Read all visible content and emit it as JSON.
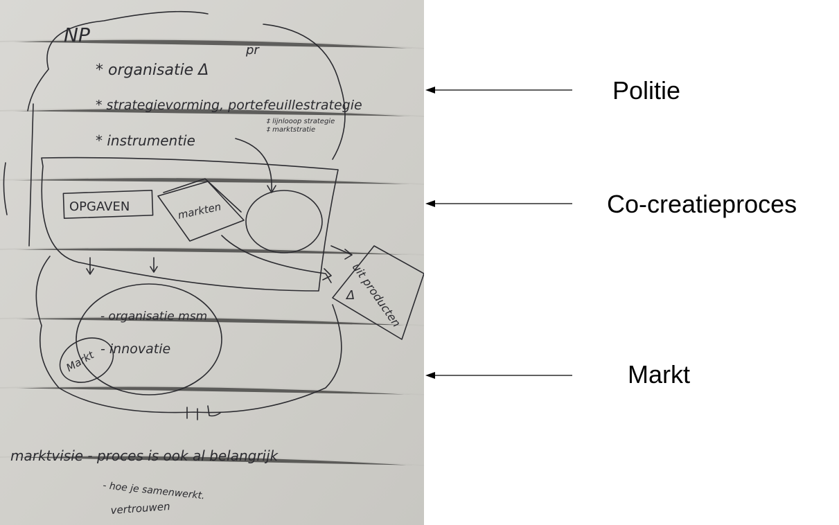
{
  "photo": {
    "paper_color": "#d2d1cc",
    "ink_color": "#2b2b30",
    "notes": {
      "np": "NP",
      "pr": "pr",
      "organisatie": "* organisatie Δ",
      "strategievorming": "* strategievorming, portefeuillestrategie",
      "lijnstrategie": "‡ lijnlooop strategie",
      "marktstrategie": "‡ marktstratie",
      "instrumentie": "* instrumentie",
      "opgaven": "OPGAVEN",
      "markten": "markten",
      "uitproducten": "uit producten",
      "delta": "Δ",
      "org_msm": "- organisatie msm",
      "innovatie": "- innovatie",
      "markt_circle": "Markt",
      "marktvisie": "marktvisie - proces is ook al belangrijk",
      "samenwerkt": "- hoe je samenwerkt.",
      "vertrouwen": "vertrouwen"
    }
  },
  "labels": {
    "politie": "Politie",
    "cocreatie": "Co-creatieproces",
    "markt": "Markt"
  },
  "arrow_color": "#000000"
}
